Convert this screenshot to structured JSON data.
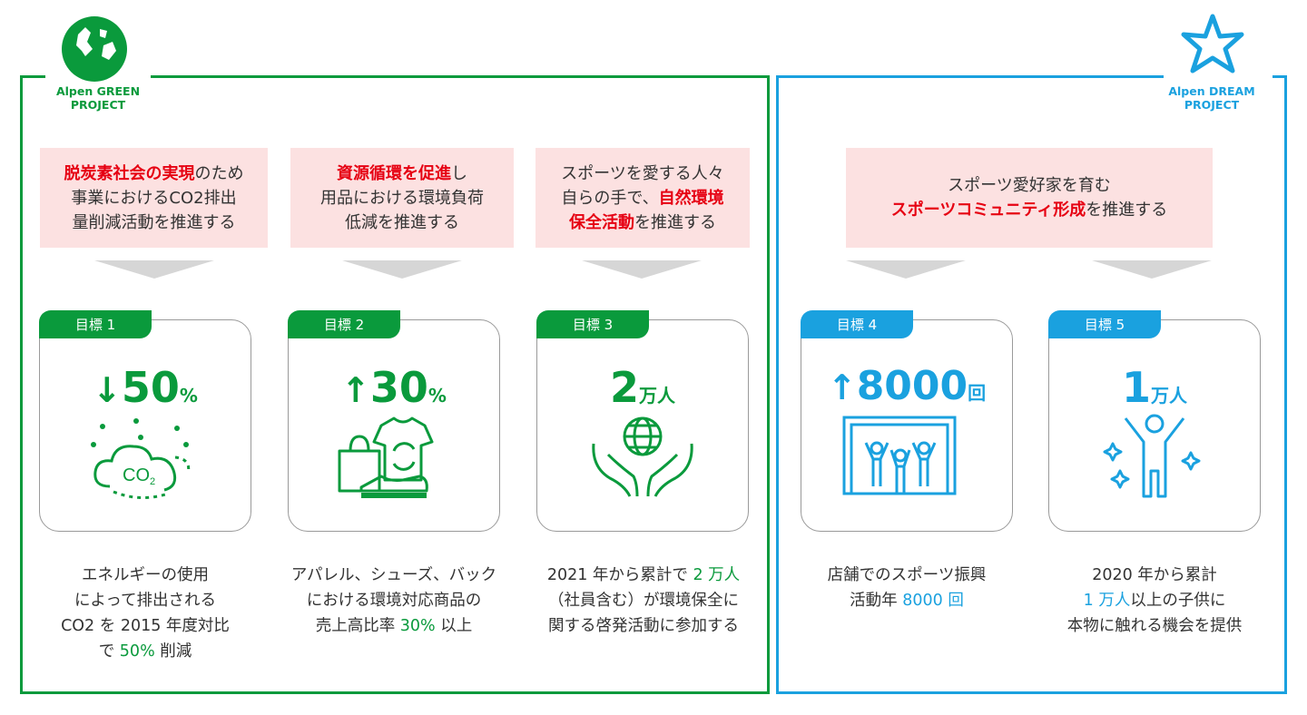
{
  "colors": {
    "green": "#0a9a3c",
    "blue": "#1aa1df",
    "red": "#e60012",
    "pink": "#fce1e1",
    "arrow_gray": "#d6d6d6"
  },
  "green_project": {
    "logo_line1": "Alpen GREEN",
    "logo_line2": "PROJECT",
    "logo_icon": "globe-icon"
  },
  "dream_project": {
    "logo_line1": "Alpen DREAM",
    "logo_line2": "PROJECT",
    "logo_icon": "star-icon"
  },
  "goals": [
    {
      "mission_red": "脱炭素社会の実現",
      "mission_1": "のため",
      "mission_2": "事業におけるCO2排出",
      "mission_3": "量削減活動を推進する",
      "tab": "目標 1",
      "arrow": "↓",
      "number": "50",
      "unit": "%",
      "icon": "co2-cloud-icon",
      "desc_1": "エネルギーの使用",
      "desc_2": "によって排出される",
      "desc_3": "CO2 を 2015 年度対比",
      "desc_4a": "で ",
      "desc_4hl": "50%",
      "desc_4b": " 削減"
    },
    {
      "mission_red": "資源循環を促進",
      "mission_1": "し",
      "mission_2": "用品における環境負荷",
      "mission_3": "低減を推進する",
      "tab": "目標 2",
      "arrow": "↑",
      "number": "30",
      "unit": "%",
      "icon": "recycle-apparel-icon",
      "desc_1": "アパレル、シューズ、バック",
      "desc_2": "における環境対応商品の",
      "desc_3a": "売上高比率 ",
      "desc_3hl": "30%",
      "desc_3b": " 以上"
    },
    {
      "mission_1": "スポーツを愛する人々",
      "mission_2a": "自らの手で、",
      "mission_2red": "自然環境",
      "mission_3red": "保全活動",
      "mission_3": "を推進する",
      "tab": "目標 3",
      "number": "2",
      "unit": "万人",
      "icon": "globe-hands-icon",
      "desc_1a": "2021 年から累計で ",
      "desc_1hl": "2 万人",
      "desc_2": "（社員含む）が環境保全に",
      "desc_3": "関する啓発活動に参加する"
    },
    {
      "tab": "目標 4",
      "arrow": "↑",
      "number": "8000",
      "unit": "回",
      "icon": "group-cheering-icon",
      "desc_1": "店舗でのスポーツ振興",
      "desc_2a": "活動年 ",
      "desc_2hl": "8000 回"
    },
    {
      "tab": "目標 5",
      "number": "1",
      "unit": "万人",
      "icon": "child-sparkle-icon",
      "desc_1": "2020 年から累計",
      "desc_2hl": "1 万人",
      "desc_2b": "以上の子供に",
      "desc_3": "本物に触れる機会を提供"
    }
  ],
  "dream_mission": {
    "line1": "スポーツ愛好家を育む",
    "line2_red": "スポーツコミュニティ形成",
    "line2": "を推進する"
  }
}
